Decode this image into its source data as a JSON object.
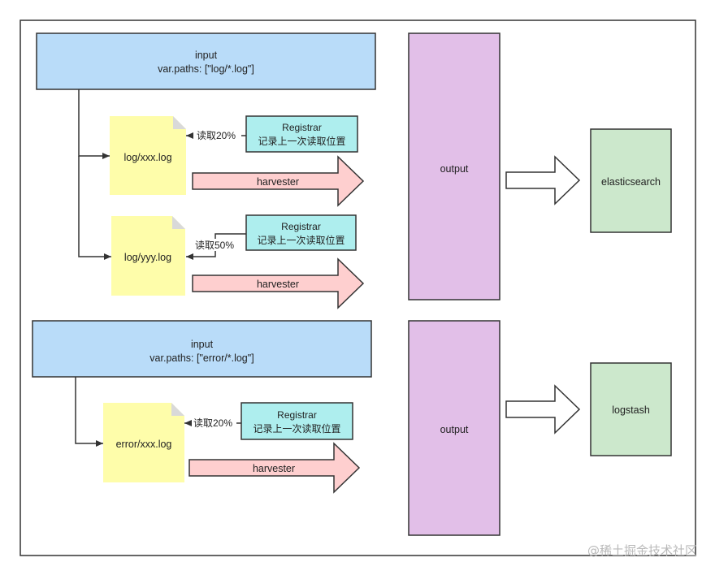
{
  "input1": {
    "line1": "input",
    "line2": "var.paths: [\"log/*.log\"]"
  },
  "input2": {
    "line1": "input",
    "line2": "var.paths: [\"error/*.log\"]"
  },
  "files": {
    "f1": "log/xxx.log",
    "f2": "log/yyy.log",
    "f3": "error/xxx.log"
  },
  "registrars": {
    "r1": {
      "line1": "Registrar",
      "line2": "记录上一次读取位置",
      "read": "读取20%"
    },
    "r2": {
      "line1": "Registrar",
      "line2": "记录上一次读取位置",
      "read": "读取50%"
    },
    "r3": {
      "line1": "Registrar",
      "line2": "记录上一次读取位置",
      "read": "读取20%"
    }
  },
  "harvesters": {
    "h1": "harvester",
    "h2": "harvester",
    "h3": "harvester"
  },
  "outputs": {
    "o1": "output",
    "o2": "output"
  },
  "targets": {
    "t1": "elasticsearch",
    "t2": "logstash"
  },
  "watermark": "@稀土掘金技术社区",
  "colors": {
    "input_fill": "#b9dcf9",
    "file_fill": "#fefdaa",
    "registrar_fill": "#aeeeee",
    "harvester_fill": "#fecfcf",
    "output_fill": "#e2bfe8",
    "target_fill": "#cce8cc"
  }
}
